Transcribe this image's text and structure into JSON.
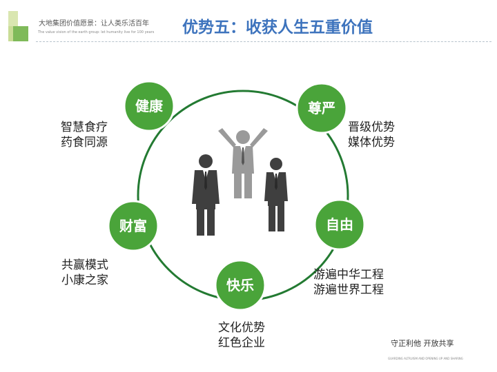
{
  "header": {
    "tagline_cn": "大地集团价值愿景：让人类乐活百年",
    "tagline_en": "The value vision of the earth group: let humanity live for 100 years",
    "title": "优势五：收获人生五重价值"
  },
  "nodes": [
    {
      "key": "health",
      "label": "健康",
      "lines": [
        "智慧食疗",
        "药食同源"
      ]
    },
    {
      "key": "dignity",
      "label": "尊严",
      "lines": [
        "晋级优势",
        "媒体优势"
      ]
    },
    {
      "key": "freedom",
      "label": "自由",
      "lines": [
        "游遍中华工程",
        "游遍世界工程"
      ]
    },
    {
      "key": "happiness",
      "label": "快乐",
      "lines": [
        "文化优势",
        "红色企业"
      ]
    },
    {
      "key": "wealth",
      "label": "财富",
      "lines": [
        "共赢模式",
        "小康之家"
      ]
    }
  ],
  "footer": {
    "slogan_cn": "守正利他   开放共享",
    "slogan_en": "GUARDING ALTRUISM AND OPENING UP AND SHARING"
  },
  "colors": {
    "node_fill": "#4aa43a",
    "ring_stroke": "#237a32",
    "title": "#3d73bd",
    "figure_dark": "#3f3f3f",
    "figure_light": "#9a9a9a"
  },
  "icons": [
    "business-people-illustration"
  ]
}
